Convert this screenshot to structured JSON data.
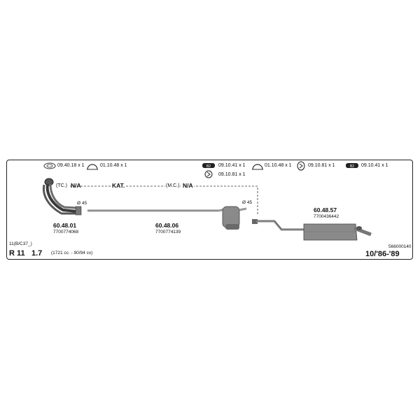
{
  "fittings": [
    {
      "code": "09.40.18 x 1",
      "icon": "clamp-ring-icon"
    },
    {
      "code": "01.10.48 x 1",
      "icon": "gasket-ring-icon"
    },
    {
      "code": "09.10.41 x 1",
      "icon": "nut-bolt-icon"
    },
    {
      "code": "09.10.81 x 1",
      "icon": "spring-icon"
    },
    {
      "code": "01.10.48 x 1",
      "icon": "gasket-ring-icon"
    },
    {
      "code": "09.10.81 x 1",
      "icon": "spring-icon"
    },
    {
      "code": "09.10.41 x 1",
      "icon": "nut-bolt-icon"
    }
  ],
  "labels": {
    "tc": "(TC.)",
    "na1": "N/A",
    "kat": "KAT.",
    "mc": "(M.C.)",
    "na2": "N/A",
    "d45a": "Ø 45",
    "d45b": "Ø 45"
  },
  "parts": [
    {
      "number": "60.48.01",
      "oem": "7700774068"
    },
    {
      "number": "60.48.06",
      "oem": "7700774139"
    },
    {
      "number": "60.48.57",
      "oem": "7700436442"
    }
  ],
  "vehicle": {
    "chassis": "11(B/C37_)",
    "model": "R 11",
    "engine": "1.7",
    "spec": "(1721 cc. - 90/94 cv)",
    "catalog_no": "566000140",
    "years": "10/'86-'89"
  },
  "colors": {
    "pipe": "#8e8e8e",
    "pipe_dark": "#4a4a4a",
    "frame": "#222222"
  }
}
